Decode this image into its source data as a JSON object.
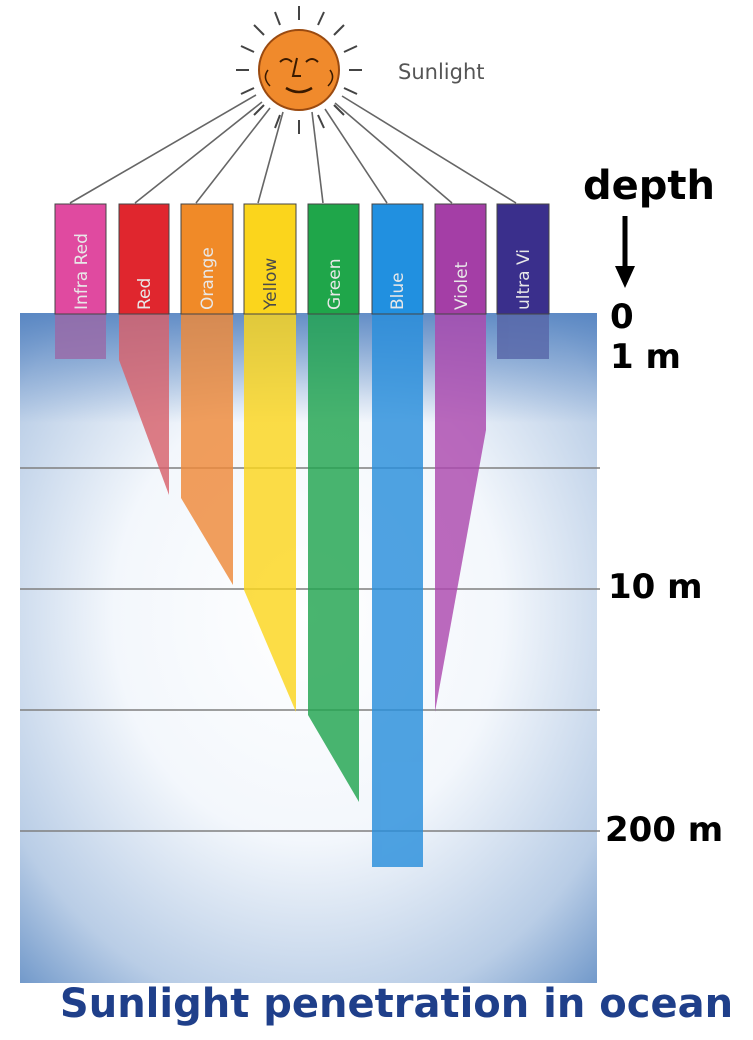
{
  "sun_label": "Sunlight",
  "depth_title": "depth",
  "depth_marks": [
    "0",
    "1 m",
    "10 m",
    "200 m"
  ],
  "caption": "Sunlight penetration in ocean",
  "bands": [
    {
      "label": "Infra Red",
      "color": "#e04aa0",
      "depth_reached": "1 m"
    },
    {
      "label": "Red",
      "color": "#e0262e",
      "depth_reached": "below 1 m, above 10 m"
    },
    {
      "label": "Orange",
      "color": "#f08a28",
      "depth_reached": "10 m"
    },
    {
      "label": "Yellow",
      "color": "#fbd51c",
      "depth_reached": "below 10 m"
    },
    {
      "label": "Green",
      "color": "#1fa64a",
      "depth_reached": "below 10 m, above 200 m"
    },
    {
      "label": "Blue",
      "color": "#2190e0",
      "depth_reached": "200 m"
    },
    {
      "label": "Violet",
      "color": "#a43ea6",
      "depth_reached": "below 10 m"
    },
    {
      "label": "ultra Vi",
      "color": "#3a2f8c",
      "depth_reached": "1 m"
    }
  ]
}
